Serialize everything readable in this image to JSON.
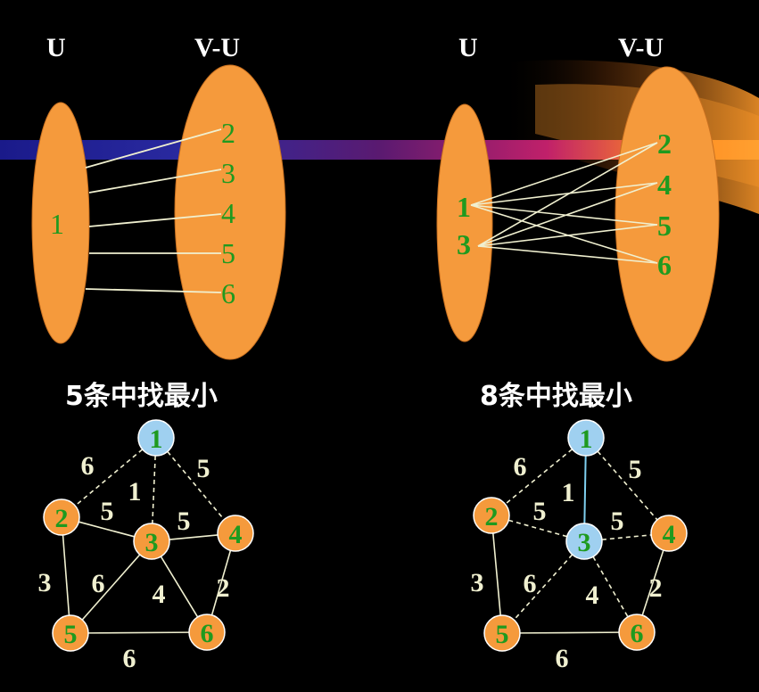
{
  "left": {
    "label_u": "U",
    "label_vu": "V-U",
    "u_vertices": [
      "1"
    ],
    "vu_vertices": [
      "2",
      "3",
      "4",
      "5",
      "6"
    ],
    "caption": "5条中找最小"
  },
  "right": {
    "label_u": "U",
    "label_vu": "V-U",
    "u_vertices": [
      "1",
      "3"
    ],
    "vu_vertices": [
      "2",
      "4",
      "5",
      "6"
    ],
    "caption": "8条中找最小"
  },
  "graph_left": {
    "nodes": [
      "1",
      "2",
      "3",
      "4",
      "5",
      "6"
    ],
    "highlighted": [
      "1"
    ],
    "edges": [
      {
        "from": "1",
        "to": "2",
        "w": "6",
        "style": "dashed"
      },
      {
        "from": "1",
        "to": "3",
        "w": "1",
        "style": "dashed"
      },
      {
        "from": "1",
        "to": "4",
        "w": "5",
        "style": "dashed"
      },
      {
        "from": "2",
        "to": "3",
        "w": "5",
        "style": "solid"
      },
      {
        "from": "3",
        "to": "4",
        "w": "5",
        "style": "solid"
      },
      {
        "from": "2",
        "to": "5",
        "w": "3",
        "style": "solid"
      },
      {
        "from": "3",
        "to": "5",
        "w": "6",
        "style": "solid"
      },
      {
        "from": "3",
        "to": "6",
        "w": "4",
        "style": "solid"
      },
      {
        "from": "4",
        "to": "6",
        "w": "2",
        "style": "solid"
      },
      {
        "from": "5",
        "to": "6",
        "w": "6",
        "style": "solid"
      }
    ]
  },
  "graph_right": {
    "nodes": [
      "1",
      "2",
      "3",
      "4",
      "5",
      "6"
    ],
    "highlighted": [
      "1",
      "3"
    ],
    "edges": [
      {
        "from": "1",
        "to": "2",
        "w": "6",
        "style": "dashed"
      },
      {
        "from": "1",
        "to": "3",
        "w": "1",
        "style": "tree"
      },
      {
        "from": "1",
        "to": "4",
        "w": "5",
        "style": "dashed"
      },
      {
        "from": "2",
        "to": "3",
        "w": "5",
        "style": "dashed"
      },
      {
        "from": "3",
        "to": "4",
        "w": "5",
        "style": "dashed"
      },
      {
        "from": "2",
        "to": "5",
        "w": "3",
        "style": "solid"
      },
      {
        "from": "3",
        "to": "5",
        "w": "6",
        "style": "dashed"
      },
      {
        "from": "3",
        "to": "6",
        "w": "4",
        "style": "dashed"
      },
      {
        "from": "4",
        "to": "6",
        "w": "2",
        "style": "solid"
      },
      {
        "from": "5",
        "to": "6",
        "w": "6",
        "style": "solid"
      }
    ]
  },
  "colors": {
    "background": "#000000",
    "set_fill": "#f59a3c",
    "highlight_node": "#9fd0f0",
    "vertex_text": "#1f9a1f",
    "edge_line": "#f0f0d0",
    "tree_edge": "#7fd0f0"
  }
}
